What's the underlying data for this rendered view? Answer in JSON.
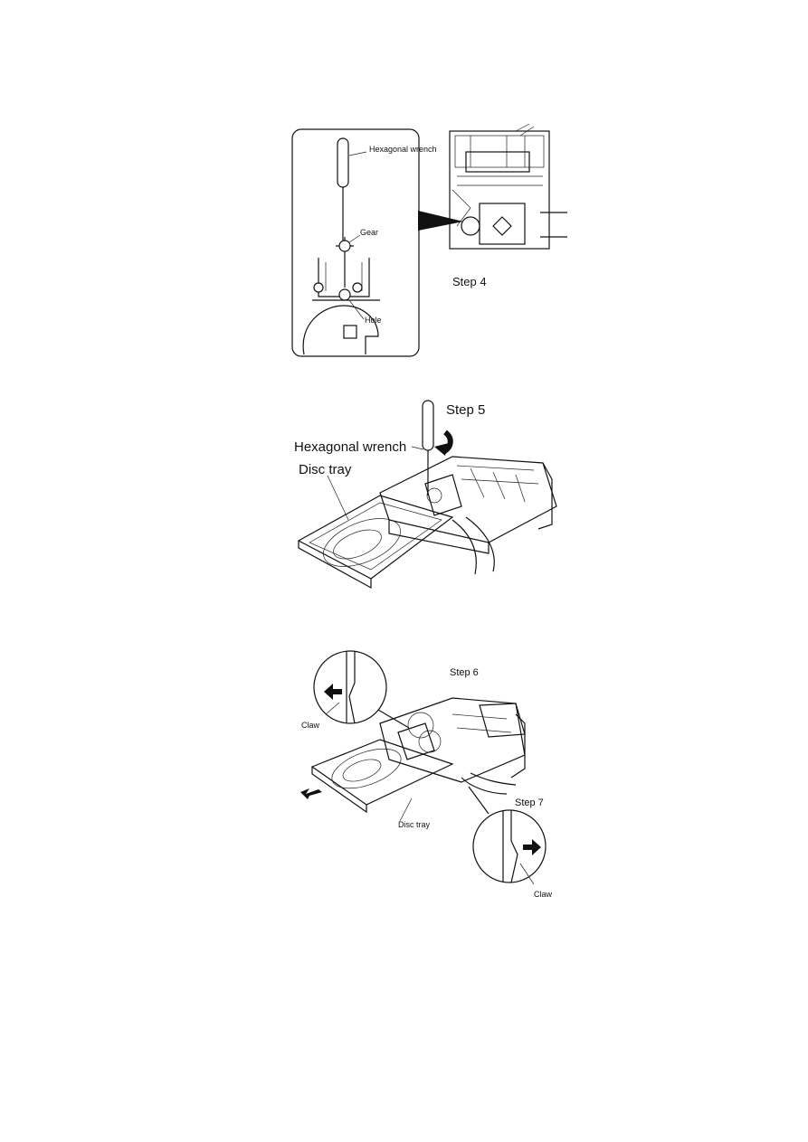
{
  "figure1": {
    "inset_labels": {
      "hex_wrench": "Hexagonal wrench",
      "gear": "Gear",
      "hole": "Hole"
    },
    "step": "Step 4"
  },
  "figure2": {
    "step": "Step 5",
    "hex_wrench": "Hexagonal wrench",
    "disc_tray": "Disc tray"
  },
  "figure3": {
    "step6": "Step 6",
    "step7": "Step 7",
    "claw_left": "Claw",
    "claw_right": "Claw",
    "disc_tray": "Disc tray"
  }
}
